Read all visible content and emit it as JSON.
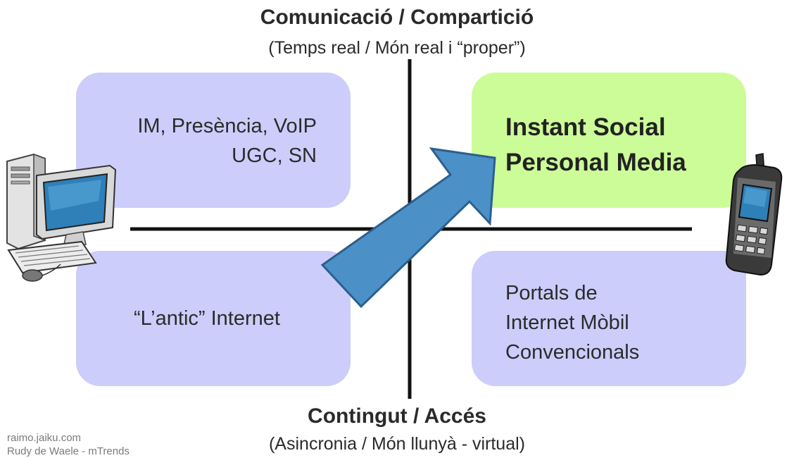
{
  "axes": {
    "top_title": "Comunicació / Compartició",
    "top_subtitle": "(Temps real / Món real i “proper”)",
    "bottom_title": "Contingut / Accés",
    "bottom_subtitle": "(Asincronia / Món llunyà - virtual)"
  },
  "quadrants": {
    "top_left": {
      "lines": [
        "IM, Presència, VoIP",
        "UGC, SN"
      ],
      "color": "#cccdfb"
    },
    "top_right": {
      "lines": [
        "Instant Social",
        "Personal Media"
      ],
      "color": "#ccfc98"
    },
    "bottom_left": {
      "lines": [
        "“L’antic” Internet"
      ],
      "color": "#cccdfb"
    },
    "bottom_right": {
      "lines": [
        "Portals de",
        "Internet Mòbil",
        "Convencionals"
      ],
      "color": "#cccdfb"
    }
  },
  "credits": [
    "raimo.jaiku.com",
    "Rudy de Waele - mTrends"
  ],
  "icons": {
    "left": "desktop-computer-icon",
    "right": "mobile-phone-icon"
  },
  "colors": {
    "arrow": "#4b91c8",
    "arrow_outline": "#2c5f8d",
    "axis": "#111111"
  }
}
